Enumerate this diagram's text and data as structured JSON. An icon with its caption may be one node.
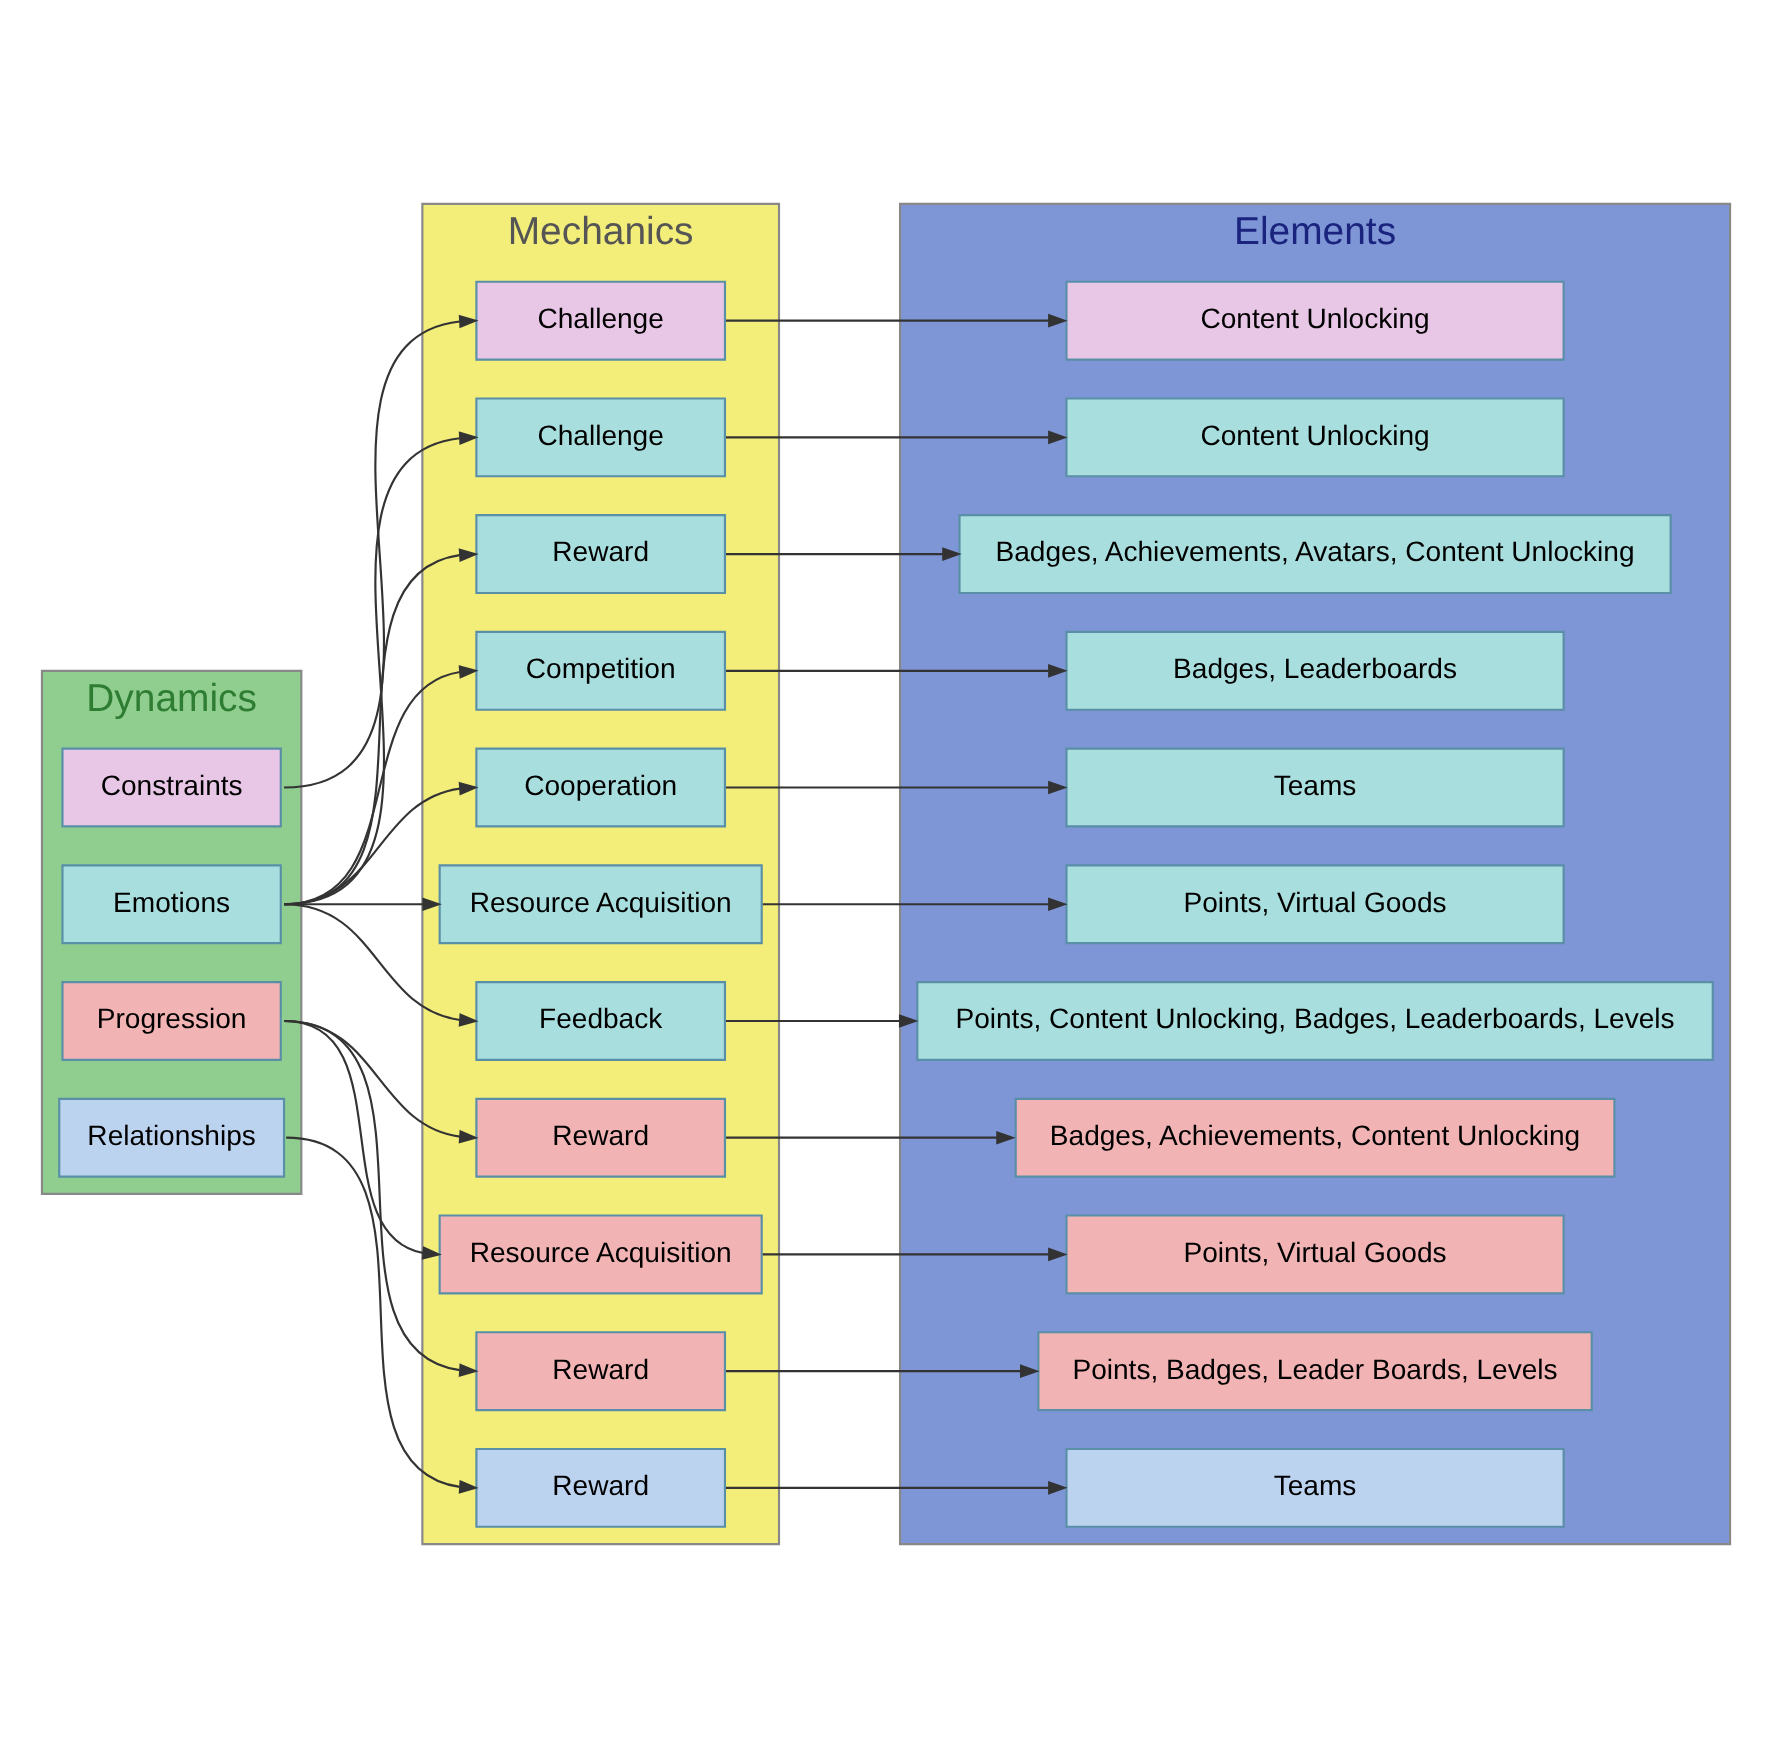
{
  "diagram": {
    "nodes": [
      {
        "text": [
          "Dynamics"
        ]
      },
      {
        "text": [
          "Mechanics"
        ]
      },
      {
        "text": [
          "Elements"
        ]
      },
      {
        "text": [
          "Constraints"
        ],
        "in": 0
      },
      {
        "text": [
          "Emotions"
        ],
        "in": 0
      },
      {
        "text": [
          "Progression"
        ],
        "in": 0
      },
      {
        "text": [
          "Relationships"
        ],
        "in": 0
      },
      {
        "text": [
          "Challenge"
        ],
        "in": 1
      },
      {
        "text": [
          "Challenge"
        ],
        "in": 1
      },
      {
        "text": [
          "Reward"
        ],
        "in": 1
      },
      {
        "text": [
          "Competition"
        ],
        "in": 1
      },
      {
        "text": [
          "Cooperation"
        ],
        "in": 1
      },
      {
        "text": [
          "Resource Acquisition"
        ],
        "in": 1
      },
      {
        "text": [
          "Feedback"
        ],
        "in": 1
      },
      {
        "text": [
          "Reward"
        ],
        "in": 1
      },
      {
        "text": [
          "Resource Acquisition"
        ],
        "in": 1
      },
      {
        "text": [
          "Reward"
        ],
        "in": 1
      },
      {
        "text": [
          "Reward"
        ],
        "in": 1
      },
      {
        "text": [
          "Content Unlocking"
        ],
        "in": 2
      },
      {
        "text": [
          "Content Unlocking"
        ],
        "in": 2
      },
      {
        "text": [
          "Badges, Achievements, Avatars, Content Unlocking"
        ],
        "in": 2
      },
      {
        "text": [
          "Badges, Leaderboards"
        ],
        "in": 2
      },
      {
        "text": [
          "Teams"
        ],
        "in": 2
      },
      {
        "text": [
          "Points, Virtual Goods"
        ],
        "in": 2
      },
      {
        "text": [
          "Points, Content Unlocking, Badges, Leaderboards, Levels"
        ],
        "in": 2
      },
      {
        "text": [
          "Badges, Achievements, Content Unlocking"
        ],
        "in": 2
      },
      {
        "text": [
          "Points, Virtual Goods"
        ],
        "in": 2
      },
      {
        "text": [
          "Points, Badges, Leader Boards, Levels"
        ],
        "in": 2
      },
      {
        "text": [
          "Teams"
        ],
        "in": 2
      }
    ],
    "edges": [
      {
        "from": 3,
        "to": 7,
        "arrow": "to"
      },
      {
        "from": 4,
        "to": 8,
        "arrow": "to"
      },
      {
        "from": 4,
        "to": 9,
        "arrow": "to"
      },
      {
        "from": 4,
        "to": 10,
        "arrow": "to"
      },
      {
        "from": 4,
        "to": 11,
        "arrow": "to"
      },
      {
        "from": 4,
        "to": 12,
        "arrow": "to"
      },
      {
        "from": 4,
        "to": 13,
        "arrow": "to"
      },
      {
        "from": 5,
        "to": 14,
        "arrow": "to"
      },
      {
        "from": 5,
        "to": 15,
        "arrow": "to"
      },
      {
        "from": 5,
        "to": 16,
        "arrow": "to"
      },
      {
        "from": 6,
        "to": 17,
        "arrow": "to"
      },
      {
        "from": 7,
        "to": 18,
        "arrow": "to"
      },
      {
        "from": 8,
        "to": 19,
        "arrow": "to"
      },
      {
        "from": 9,
        "to": 20,
        "arrow": "to"
      },
      {
        "from": 10,
        "to": 21,
        "arrow": "to"
      },
      {
        "from": 11,
        "to": 22,
        "arrow": "to"
      },
      {
        "from": 12,
        "to": 23,
        "arrow": "to"
      },
      {
        "from": 13,
        "to": 24,
        "arrow": "to"
      },
      {
        "from": 14,
        "to": 25,
        "arrow": "to"
      },
      {
        "from": 15,
        "to": 26,
        "arrow": "to"
      },
      {
        "from": 16,
        "to": 27,
        "arrow": "to"
      },
      {
        "from": 17,
        "to": 28,
        "arrow": "to"
      }
    ]
  }
}
